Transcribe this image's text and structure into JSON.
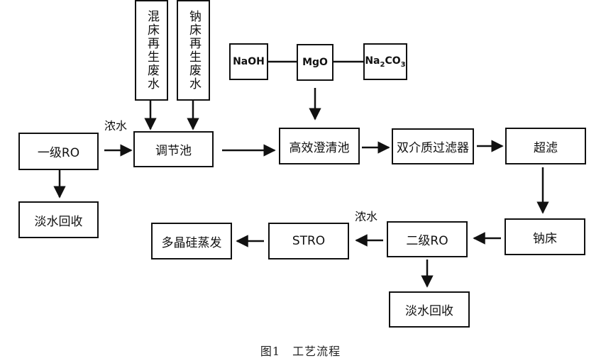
{
  "nodes": {
    "primary_ro": "一级RO",
    "fresh_recovery_1": "淡水回收",
    "mixed_bed_waste": "混床再生废水",
    "sodium_bed_waste": "钠床再生废水",
    "equalization_tank": "调节池",
    "naoh": "NaOH",
    "mgo": "MgO",
    "na2co3_prefix": "Na",
    "na2co3_sub1": "2",
    "na2co3_mid": "CO",
    "na2co3_sub2": "3",
    "high_eff_clarifier": "高效澄清池",
    "dual_media_filter": "双介质过滤器",
    "ultrafiltration": "超滤",
    "sodium_bed": "钠床",
    "secondary_ro": "二级RO",
    "stro": "STRO",
    "polysilicon_evap": "多晶硅蒸发",
    "fresh_recovery_2": "淡水回收"
  },
  "labels": {
    "concentrate_1": "浓水",
    "concentrate_2": "浓水"
  },
  "caption": "图1　工艺流程"
}
